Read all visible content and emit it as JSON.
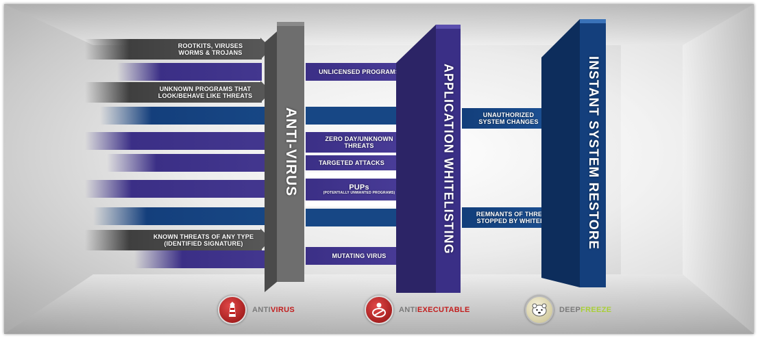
{
  "panels": {
    "anti_virus": "ANTI-VIRUS",
    "whitelisting": "APPLICATION WHITELISTING",
    "restore": "INSTANT SYSTEM RESTORE"
  },
  "arrows": {
    "rootkits": [
      "ROOTKITS, VIRUSES",
      "WORMS & TROJANS"
    ],
    "unknown_programs": [
      "UNKNOWN PROGRAMS THAT",
      "LOOK/BEHAVE LIKE THREATS"
    ],
    "known_threats": [
      "KNOWN THREATS OF ANY TYPE",
      "(IDENTIFIED SIGNATURE)"
    ],
    "unlicensed": "UNLICENSED PROGRAMS",
    "zero_day": [
      "ZERO DAY/UNKNOWN",
      "THREATS"
    ],
    "targeted": "TARGETED ATTACKS",
    "pups": "PUPs",
    "pups_sub": "(POTENTIALLY UNWANTED PROGRAMS)",
    "mutating": "MUTATING VIRUS",
    "unauthorized": [
      "UNAUTHORIZED",
      "SYSTEM CHANGES"
    ],
    "remnants": [
      "REMNANTS OF THREATS",
      "STOPPED BY WHITELIST"
    ]
  },
  "logos": {
    "antivirus": {
      "pre": "ANTI",
      "post": "VIRUS",
      "icon": "lighthouse-icon"
    },
    "antiexecutable": {
      "pre": "ANTI",
      "post": "EXECUTABLE",
      "icon": "shield-figure-icon"
    },
    "deepfreeze": {
      "pre": "DEEP",
      "post": "FREEZE",
      "icon": "polar-bear-icon"
    }
  },
  "colors": {
    "gray": "#5c5c5c",
    "purple": "#3d2f86",
    "blue": "#123e7a",
    "logo_red": "#c21d1d",
    "logo_green": "#a9cf38"
  }
}
